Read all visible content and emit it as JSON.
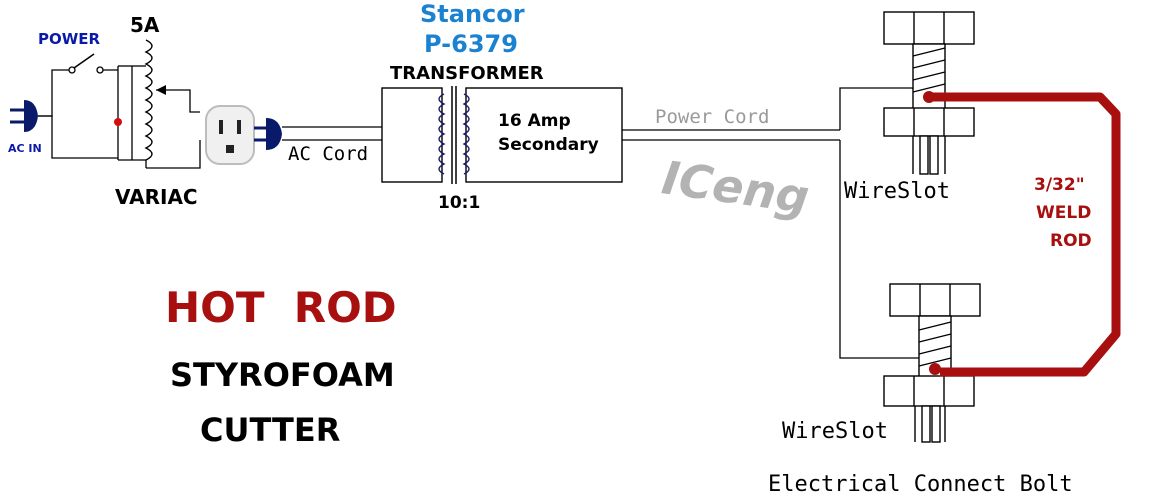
{
  "title_line1": "HOT  ROD",
  "title_line2": "STYROFOAM",
  "title_line3": "CUTTER",
  "power_label": "POWER",
  "fuse_label": "5A",
  "ac_in_label": "AC IN",
  "variac_label": "VARIAC",
  "ac_cord_label": "AC Cord",
  "transformer_brand": "Stancor",
  "transformer_model": "P-6379",
  "transformer_label": "TRANSFORMER",
  "ratio_label": "10:1",
  "secondary_line1": "16 Amp",
  "secondary_line2": "Secondary",
  "power_cord_label": "Power Cord",
  "watermark": "ICeng",
  "wireslot_top": "WireSlot",
  "wireslot_bottom": "WireSlot",
  "weld_rod_line1": "3/32\"",
  "weld_rod_line2": "WELD",
  "weld_rod_line3": "ROD",
  "bolt_label": "Electrical  Connect  Bolt",
  "colors": {
    "brand_blue": "#1a82d0",
    "power_blue": "#0a1aa8",
    "rod_red": "#a80f0f",
    "watermark_gray": "#9a9a9a"
  }
}
